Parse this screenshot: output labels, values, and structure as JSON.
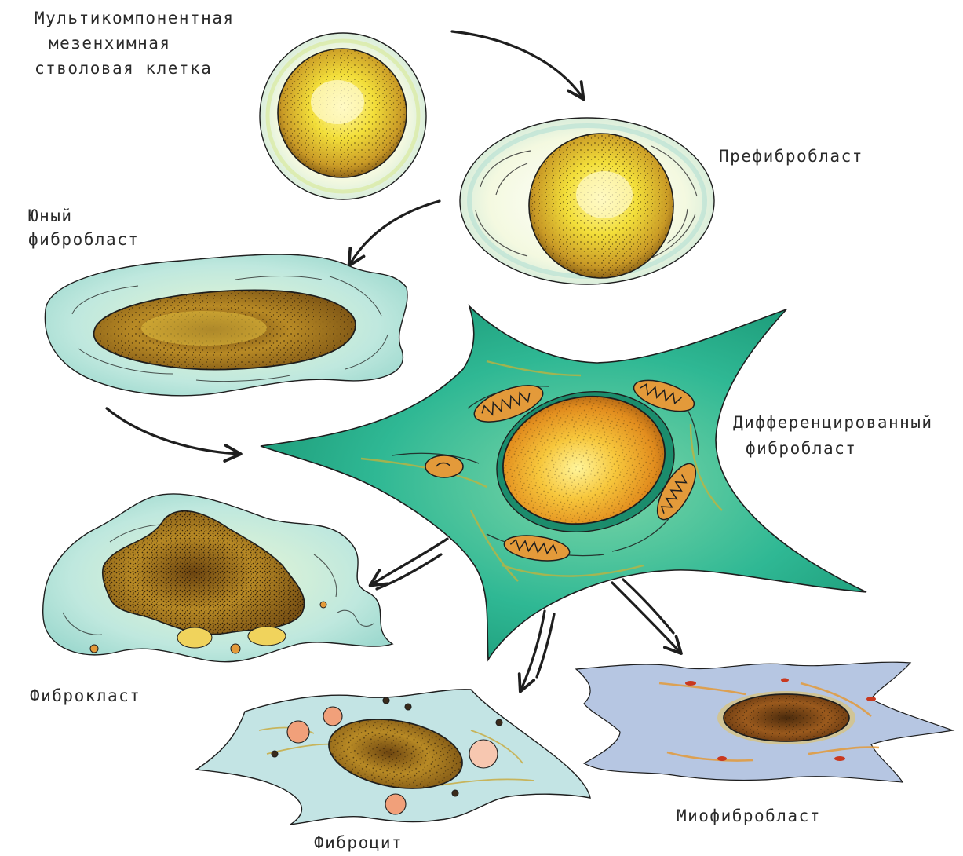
{
  "labels": {
    "msc_line1": "Мультикомпонентная",
    "msc_line2": "мезенхимная",
    "msc_line3": "стволовая клетка",
    "prefibroblast": "Префибробласт",
    "young_line1": "Юный",
    "young_line2": "фибробласт",
    "diff_line1": "Дифференцированный",
    "diff_line2": "фибробласт",
    "fibroclast": "Фиброкласт",
    "fibrocyte": "Фиброцит",
    "myofibroblast": "Миофибробласт"
  },
  "colors": {
    "ink": "#1e1e1e",
    "nucleus_yellow": "#f3df3a",
    "nucleus_brown": "#a9781f",
    "cytoplasm_green": "#2fb894",
    "cytoplasm_pale": "#b9e6dc",
    "cytoplasm_blue": "#a9bde0",
    "organelle_orange": "#e39a3a"
  },
  "icons": {
    "arrow": "curved-arrow-icon"
  }
}
